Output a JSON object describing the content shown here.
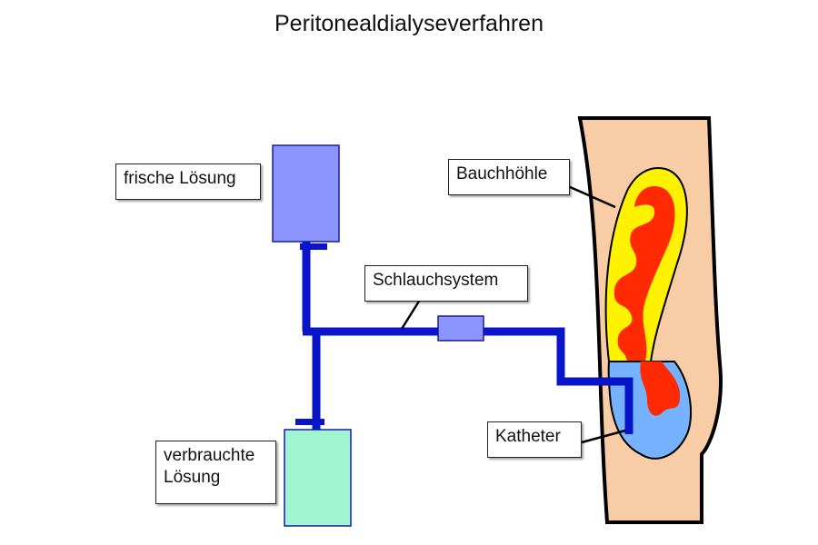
{
  "title": "Peritonealdialyseverfahren",
  "labels": {
    "fresh_solution": "frische Lösung",
    "used_solution_line1": "verbrauchte",
    "used_solution_line2": "Lösung",
    "tubing": "Schlauchsystem",
    "abdominal_cavity": "Bauchhöhle",
    "catheter": "Katheter"
  },
  "colors": {
    "fresh_bag": "#8b94ff",
    "used_bag": "#9ff5cf",
    "tube": "#0a14c8",
    "connector": "#8b94ff",
    "body": "#f8cda5",
    "fat_layer": "#fff200",
    "intestine": "#ff2a00",
    "dialysate": "#76b2ff"
  }
}
